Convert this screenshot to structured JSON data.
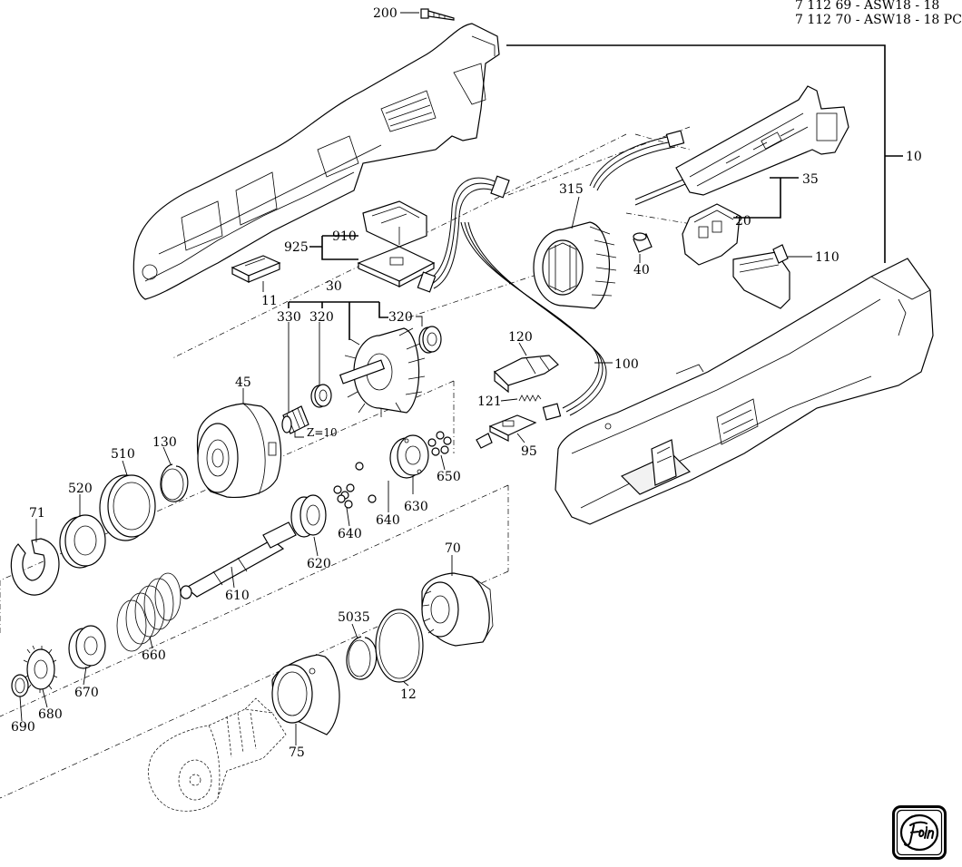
{
  "header": {
    "line1": "7 112 69 - ASW18 - 18",
    "line2": "7 112 70 - ASW18 - 18 PC"
  },
  "parts": {
    "p200": "200",
    "p10": "10",
    "p35": "35",
    "p20": "20",
    "p110": "110",
    "p315": "315",
    "p40": "40",
    "p910": "910",
    "p925": "925",
    "p11": "11",
    "p30": "30",
    "p330": "330",
    "p320a": "320",
    "p320b": "320",
    "p45": "45",
    "pz10": "Z=10",
    "p120": "120",
    "p100": "100",
    "p121": "121",
    "p95": "95",
    "p510": "510",
    "p130": "130",
    "p650": "650",
    "p520": "520",
    "p630": "630",
    "p71": "71",
    "p640a": "640",
    "p640b": "640",
    "p620": "620",
    "p610": "610",
    "p70": "70",
    "p5035": "5035",
    "p660": "660",
    "p670": "670",
    "p12": "12",
    "p680": "680",
    "p690": "690",
    "p75": "75"
  },
  "logo": {
    "icon": "fein-logo-icon"
  }
}
